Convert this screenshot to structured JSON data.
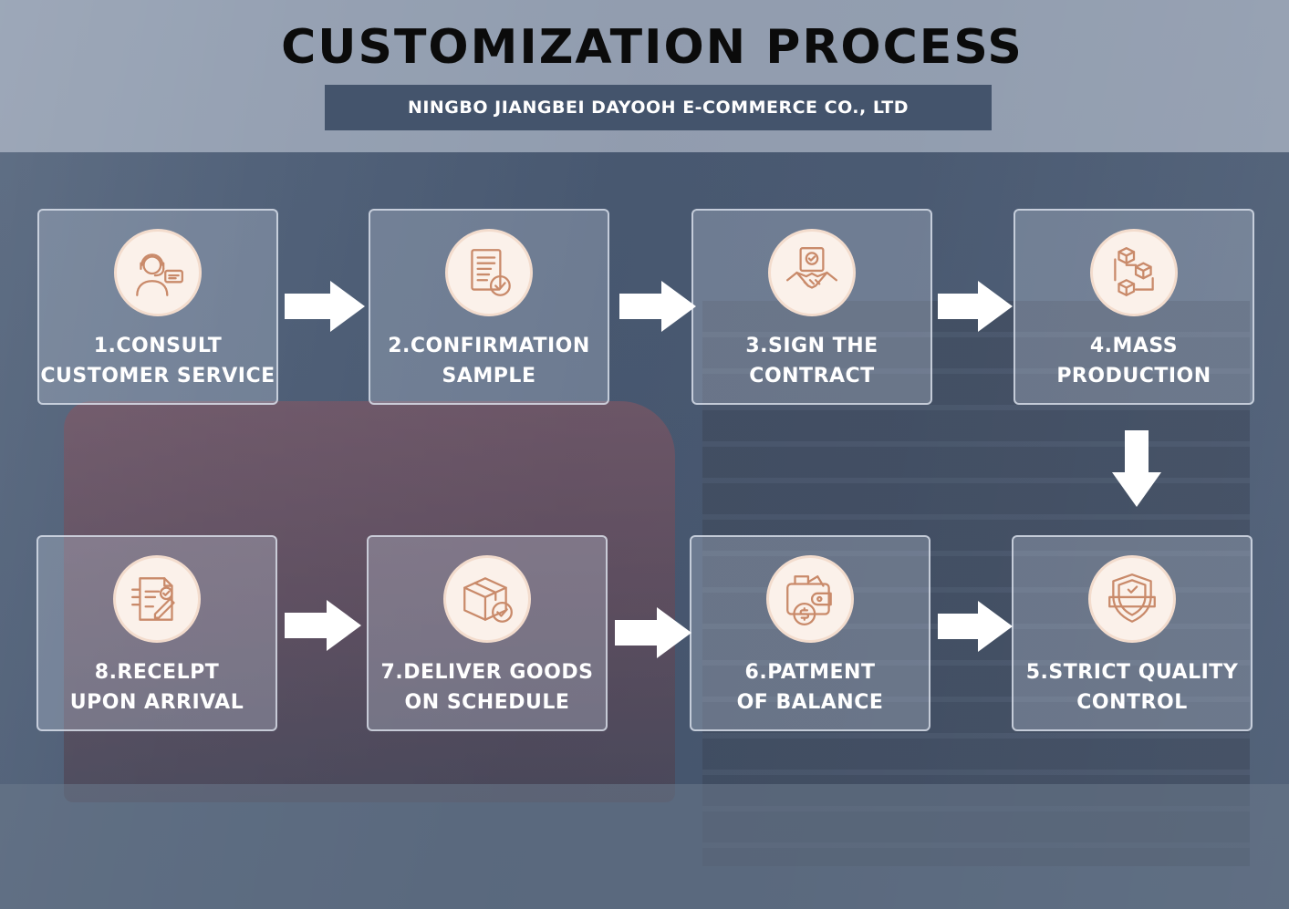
{
  "header": {
    "title": "CUSTOMIZATION PROCESS",
    "subtitle": "NINGBO JIANGBEI DAYOOH E-COMMERCE CO., LTD"
  },
  "steps": [
    {
      "line1": "1.CONSULT",
      "line2": "CUSTOMER SERVICE",
      "icon": "customer-service-icon"
    },
    {
      "line1": "2.CONFIRMATION",
      "line2": "SAMPLE",
      "icon": "document-check-icon"
    },
    {
      "line1": "3.SIGN THE",
      "line2": "CONTRACT",
      "icon": "handshake-contract-icon"
    },
    {
      "line1": "4.MASS",
      "line2": "PRODUCTION",
      "icon": "production-blocks-icon"
    },
    {
      "line1": "5.STRICT QUALITY",
      "line2": "CONTROL",
      "icon": "quality-shield-icon"
    },
    {
      "line1": "6.PATMENT",
      "line2": "OF BALANCE",
      "icon": "wallet-payment-icon"
    },
    {
      "line1": "7.DELIVER GOODS",
      "line2": "ON SCHEDULE",
      "icon": "package-delivery-icon"
    },
    {
      "line1": "8.RECELPT",
      "line2": "UPON ARRIVAL",
      "icon": "receipt-signing-icon"
    }
  ],
  "colors": {
    "accent_icon": "#c98a6a",
    "icon_circle": "#fbf1ea",
    "subtitle_bar": "#44546c"
  }
}
